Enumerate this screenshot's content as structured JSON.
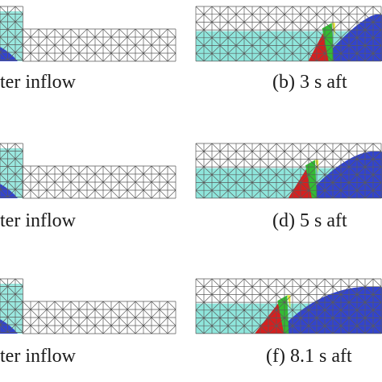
{
  "panels": [
    {
      "caption": "ter inflow"
    },
    {
      "caption": "(b) 3 s aft"
    },
    {
      "caption": "ter inflow"
    },
    {
      "caption": "(d) 5 s aft"
    },
    {
      "caption": "ter inflow"
    },
    {
      "caption": "(f) 8.1 s aft"
    }
  ],
  "colors": {
    "mesh": "#5a5a5a",
    "water_blue": "#3344cc",
    "water_light": "#8fe6dc",
    "red": "#d42020",
    "green": "#33bb33",
    "yellow": "#e6e63a"
  }
}
